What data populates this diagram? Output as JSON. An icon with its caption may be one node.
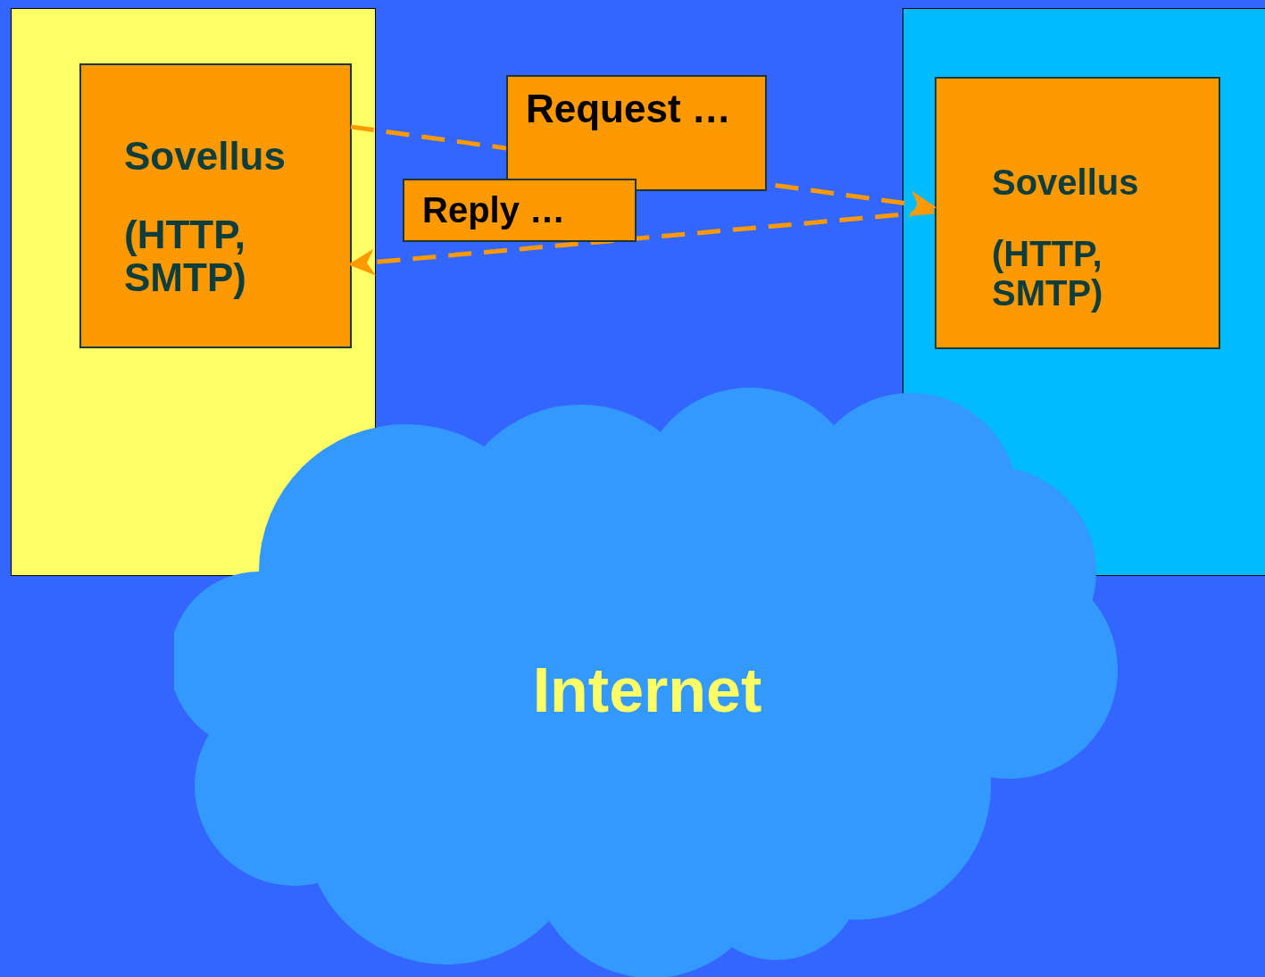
{
  "diagram": {
    "nodes": [
      {
        "text": [],
        "shape": "box"
      },
      {
        "text": [
          "Sovellus",
          "(HTTP, SMTP)"
        ],
        "in": 0
      },
      {
        "text": [],
        "shape": "box"
      },
      {
        "text": [
          "Sovellus",
          "(HTTP, SMTP)"
        ],
        "in": 2
      },
      {
        "text": [
          "Internet"
        ]
      }
    ],
    "edges": [
      {
        "from": 1,
        "to": 3,
        "arrow": "to",
        "style": "dashed",
        "label": "Request …"
      },
      {
        "from": 3,
        "to": 1,
        "arrow": "to",
        "style": "dashed",
        "label": "Reply …"
      }
    ]
  }
}
